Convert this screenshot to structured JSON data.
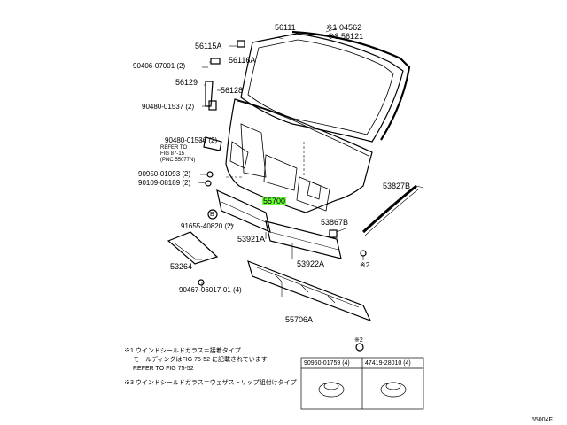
{
  "labels": {
    "p56111": "56111",
    "p04562": "※1 04562",
    "p56121": "※3 56121",
    "p56115A": "56115A",
    "p56116A": "56116A",
    "p90406": "90406-07001 (2)",
    "p56129": "56129",
    "p56128": "56128",
    "p90480_1537": "90480-01537 (2)",
    "p90480_1536": "90480-01536 (2)",
    "refer1": "REFER TO",
    "refer2": "FIG 87-15",
    "refer3": "(PNC 55077N)",
    "p90950_1093": "90950-01093 (2)",
    "p90109": "90109-08189 (2)",
    "p55700": "55700",
    "p53827B": "53827B",
    "p53867B": "53867B",
    "circleB": "B",
    "p91655": "91655-40820 (2)",
    "p53921A": "53921A",
    "p53922A": "53922A",
    "p53264": "53264",
    "p90467": "90467-06017-01 (4)",
    "p55706A": "55706A",
    "star2": "※2",
    "star2b": "※2"
  },
  "notes": {
    "n1a": "※1  ウインドシールドガラス＝接着タイプ",
    "n1b": "モールディングはFIG 75-52 に記載されています",
    "n1c": "REFER TO FIG 75-52",
    "n3": "※3  ウインドシールドガラス＝ウェザストリップ組付けタイプ"
  },
  "clip_table": {
    "col1": "90950-01759 (4)",
    "col2": "47419-28010 (4)",
    "marker": "※2"
  },
  "diagram_code": "55004F",
  "colors": {
    "highlight": "#6dff3a",
    "line": "#000000"
  }
}
